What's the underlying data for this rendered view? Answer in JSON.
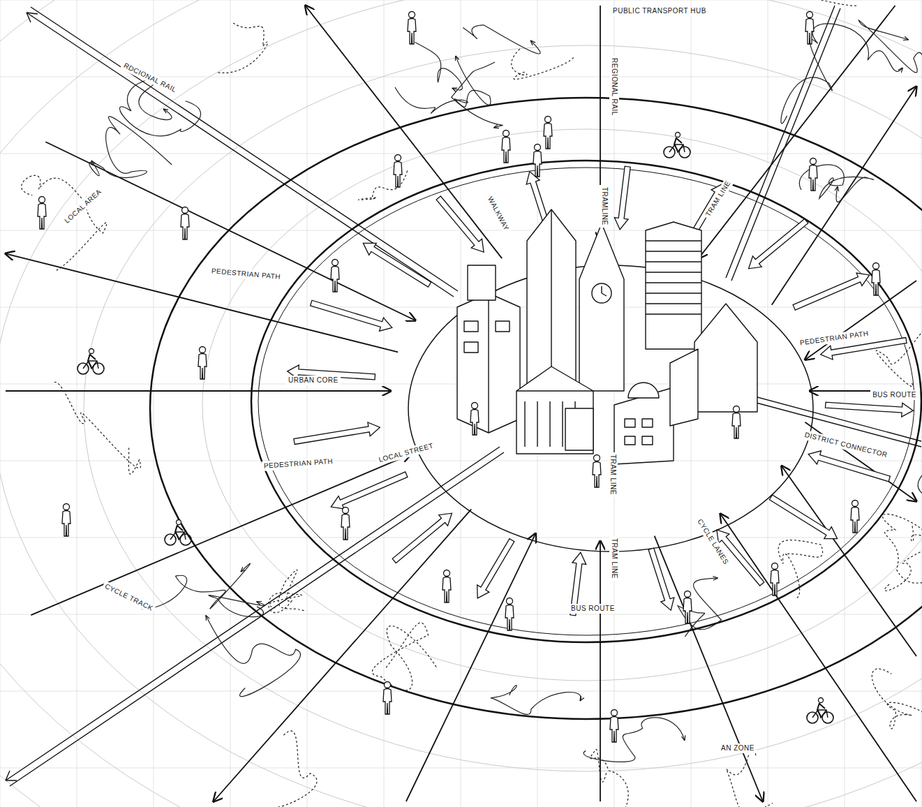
{
  "diagram": {
    "labels": [
      "PUBLIC TRANSPORT HUB",
      "RDCIONAL RAIL",
      "REGIONAL RAIL",
      "LOCAL AREA",
      "PEDESTRIAN PATH",
      "URBAN CORE",
      "LOCAL STREET",
      "PEDESTRIAN PATH",
      "CYCLE TRACK",
      "BUS ROUTE",
      "TRAM LINE",
      "CYCLE LANES",
      "AN ZONE",
      "BUS ROUTE",
      "DISTRICT CONNECTOR",
      "PEDESTRIAN PATH",
      "TRAM LINE",
      "TRAMLINE",
      "WALKWAY",
      "TRAM LINE"
    ]
  }
}
